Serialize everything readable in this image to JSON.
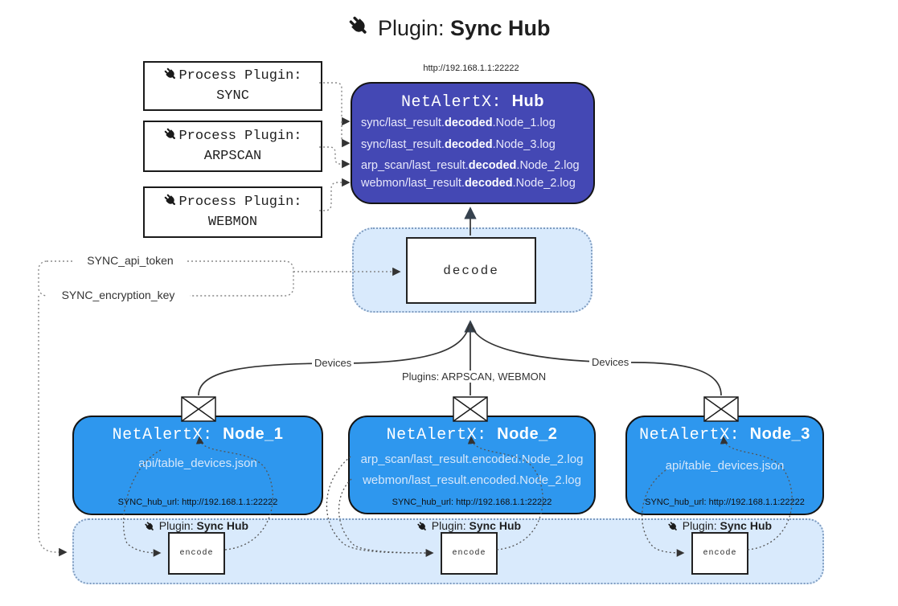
{
  "title": {
    "prefix": "Plugin: ",
    "bold": "Sync Hub"
  },
  "process_plugins": [
    {
      "label": "Process Plugin:",
      "name": "SYNC"
    },
    {
      "label": "Process Plugin:",
      "name": "ARPSCAN"
    },
    {
      "label": "Process Plugin:",
      "name": "WEBMON"
    }
  ],
  "hub": {
    "url": "http://192.168.1.1:22222",
    "title_prefix": "NetAlertX: ",
    "title_bold": "Hub",
    "logs": [
      {
        "pre": "sync/last_result.",
        "bold": "decoded",
        "post": ".Node_1.log"
      },
      {
        "pre": "sync/last_result.",
        "bold": "decoded",
        "post": ".Node_3.log"
      },
      {
        "pre": "arp_scan/last_result.",
        "bold": "decoded",
        "post": ".Node_2.log"
      },
      {
        "pre": "webmon/last_result.",
        "bold": "decoded",
        "post": ".Node_2.log"
      }
    ]
  },
  "decode_label": "decode",
  "secrets": {
    "api_token": "SYNC_api_token",
    "encryption_key": "SYNC_encryption_key"
  },
  "edge_labels": {
    "devices_left": "Devices",
    "plugins_middle": "Plugins: ARPSCAN, WEBMON",
    "devices_right": "Devices"
  },
  "nodes": [
    {
      "title_prefix": "NetAlertX: ",
      "title_bold": "Node_1",
      "files": [
        "api/table_devices.json"
      ],
      "hub_url": "SYNC_hub_url: http://192.168.1.1:22222"
    },
    {
      "title_prefix": "NetAlertX: ",
      "title_bold": "Node_2",
      "files": [
        "arp_scan/last_result.encoded.Node_2.log",
        "webmon/last_result.encoded.Node_2.log"
      ],
      "hub_url": "SYNC_hub_url: http://192.168.1.1:22222"
    },
    {
      "title_prefix": "NetAlertX: ",
      "title_bold": "Node_3",
      "files": [
        "api/table_devices.json"
      ],
      "hub_url": "SYNC_hub_url: http://192.168.1.1:22222"
    }
  ],
  "encode_sections": [
    {
      "plugin_prefix": "Plugin: ",
      "plugin_bold": "Sync Hub",
      "label": "encode"
    },
    {
      "plugin_prefix": "Plugin: ",
      "plugin_bold": "Sync Hub",
      "label": "encode"
    },
    {
      "plugin_prefix": "Plugin: ",
      "plugin_bold": "Sync Hub",
      "label": "encode"
    }
  ],
  "colors": {
    "hub_fill": "#4448b4",
    "node_fill": "#2e97ee",
    "band_fill": "#d9eafc",
    "band_border": "#7f9cc0",
    "line": "#333333"
  }
}
